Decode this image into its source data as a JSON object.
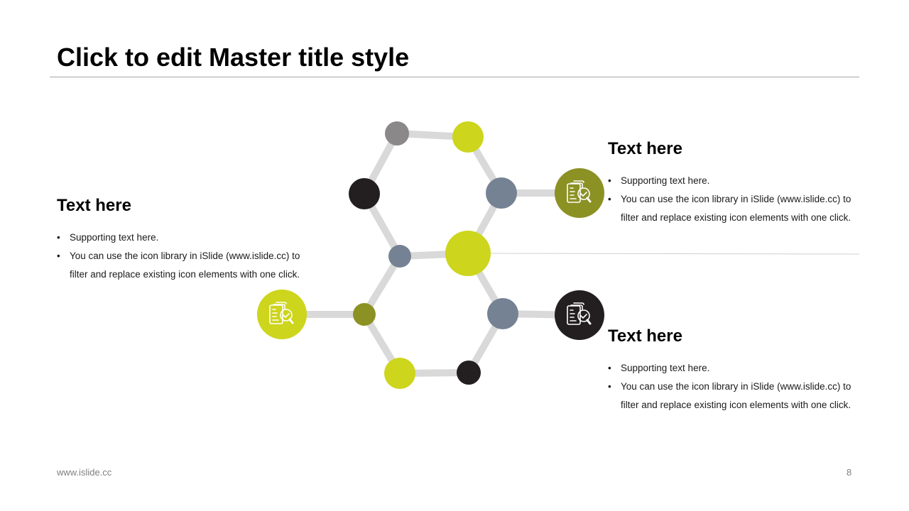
{
  "slide": {
    "title": "Click to edit Master title style",
    "footer_url": "www.islide.cc",
    "page_number": "8"
  },
  "blocks": [
    {
      "heading": "Text here",
      "bullets": [
        "Supporting text here.",
        "You can use the icon library in iSlide  (www.islide.cc) to filter and replace existing icon elements with one click."
      ]
    },
    {
      "heading": "Text here",
      "bullets": [
        "Supporting text here.",
        "You can use the icon library in iSlide  (www.islide.cc) to filter and replace existing icon elements with one click."
      ]
    },
    {
      "heading": "Text here",
      "bullets": [
        "Supporting text here.",
        "You can use the icon library in iSlide  (www.islide.cc) to filter and replace existing icon elements with one click."
      ]
    }
  ],
  "colors": {
    "lime": "#cdd51c",
    "olive": "#8c9124",
    "slate": "#758293",
    "dark": "#231f20",
    "gray": "#8a8889",
    "connector": "#d9d9d9"
  },
  "icons": [
    "clipboard-search-icon",
    "clipboard-search-icon",
    "clipboard-search-icon"
  ]
}
